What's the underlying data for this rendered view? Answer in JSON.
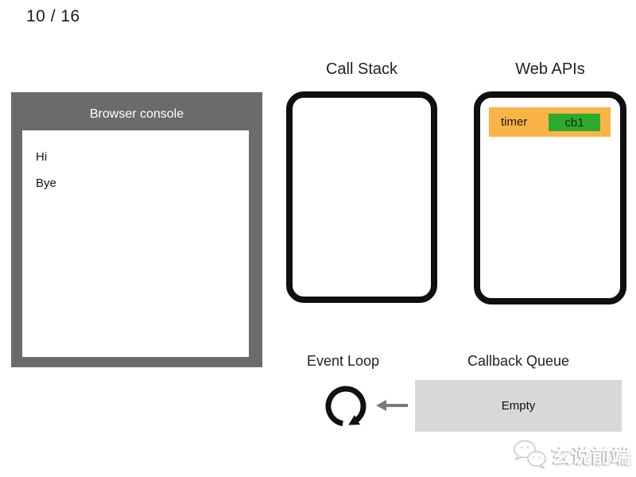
{
  "page": {
    "slide_counter": "10 / 16",
    "background_color": "#ffffff"
  },
  "console": {
    "title": "Browser console",
    "logs": [
      "Hi",
      "Bye"
    ],
    "frame_color": "#6b6b6b",
    "screen_color": "#ffffff"
  },
  "call_stack": {
    "title": "Call Stack",
    "frames": []
  },
  "web_apis": {
    "title": "Web APIs",
    "items": [
      {
        "label": "timer",
        "callback": "cb1",
        "bar_color": "#fab446",
        "badge_color": "#2daa2d"
      }
    ]
  },
  "event_loop": {
    "title": "Event Loop",
    "icon": "loop-circular-arrow-icon"
  },
  "callback_queue": {
    "title": "Callback Queue",
    "status": "Empty",
    "box_color": "#d8d8d8",
    "arrow_icon": "left-arrow-icon",
    "arrow_color": "#7a7a7a"
  },
  "watermark": {
    "text": "玄说前端",
    "icon": "wechat-icon"
  }
}
